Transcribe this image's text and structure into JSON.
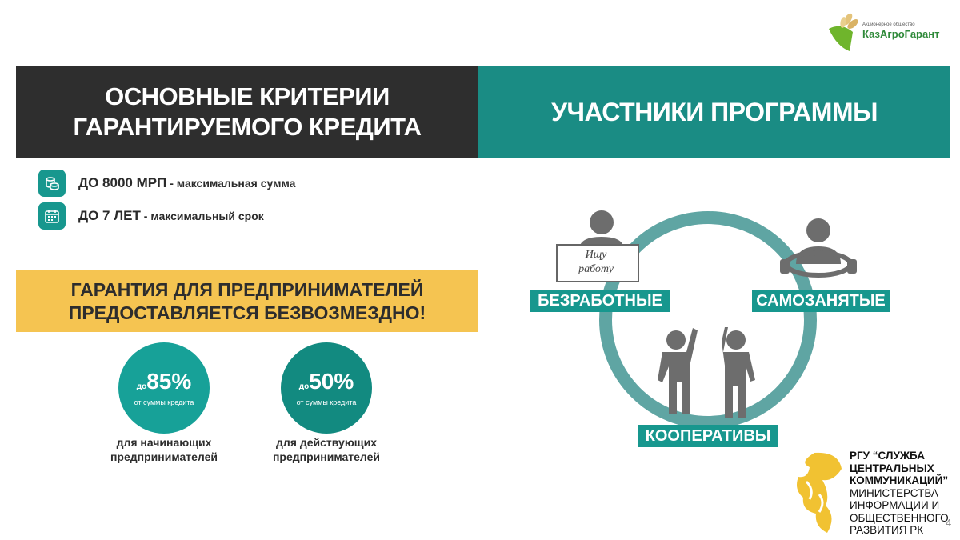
{
  "logo": {
    "subtitle": "Акционерное общество",
    "name": "КазАгроГарант"
  },
  "left_title": {
    "line1": "ОСНОВНЫЕ КРИТЕРИИ",
    "line2": "ГАРАНТИРУЕМОГО КРЕДИТА"
  },
  "right_title": "УЧАСТНИКИ ПРОГРАММЫ",
  "criteria": [
    {
      "icon": "coins-icon",
      "bold": "ДО 8000 МРП",
      "text": " - максимальная сумма"
    },
    {
      "icon": "calendar-icon",
      "bold": "ДО 7 ЛЕТ",
      "text": " - максимальный срок"
    }
  ],
  "guarantee": {
    "line1": "ГАРАНТИЯ ДЛЯ ПРЕДПРИНИМАТЕЛЕЙ",
    "line2": "ПРЕДОСТАВЛЯЕТСЯ БЕЗВОЗМЕЗДНО!"
  },
  "circles": [
    {
      "prefix": "до",
      "value": "85%",
      "sub": "от суммы кредита",
      "cap1": "для начинающих",
      "cap2": "предпринимателей",
      "color": "#17a198"
    },
    {
      "prefix": "до",
      "value": "50%",
      "sub": "от суммы кредита",
      "cap1": "для действующих",
      "cap2": "предпринимателей",
      "color": "#128a80"
    }
  ],
  "participants": {
    "sign1": "Ищу",
    "sign2": "работу",
    "unemployed": "БЕЗРАБОТНЫЕ",
    "self_employed": "САМОЗАНЯТЫЕ",
    "cooperatives": "КООПЕРАТИВЫ"
  },
  "footer": {
    "b1": "РГУ “СЛУЖБА",
    "b2": "ЦЕНТРАЛЬНЫХ",
    "b3": "КОММУНИКАЦИЙ”",
    "r1": "МИНИСТЕРСТВА",
    "r2": "ИНФОРМАЦИИ И",
    "r3": "ОБЩЕСТВЕННОГО",
    "r4": "РАЗВИТИЯ РК"
  },
  "page_number": "4"
}
